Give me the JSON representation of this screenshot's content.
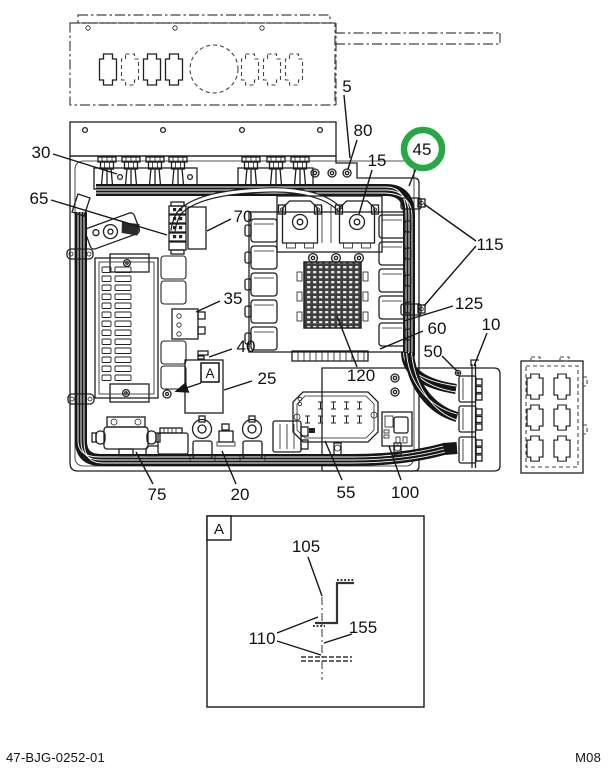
{
  "figure_kind": "exploded-parts-line-diagram",
  "parts": {
    "n5": "5",
    "n10": "10",
    "n15": "15",
    "n20": "20",
    "n25": "25",
    "n30": "30",
    "n35": "35",
    "n40": "40",
    "n45": "45",
    "n50": "50",
    "n55": "55",
    "n60": "60",
    "n65": "65",
    "n70": "70",
    "n75": "75",
    "n80": "80",
    "n100": "100",
    "n115": "115",
    "n120": "120",
    "n125": "125"
  },
  "detail": {
    "label": "A",
    "parts": {
      "n105": "105",
      "n110": "110",
      "n155": "155"
    }
  },
  "view_marker": {
    "label": "A"
  },
  "highlight": {
    "part": "45",
    "color": "#28a745"
  },
  "footer": {
    "doc_number": "47-BJG-0252-01",
    "page_code": "M08"
  }
}
